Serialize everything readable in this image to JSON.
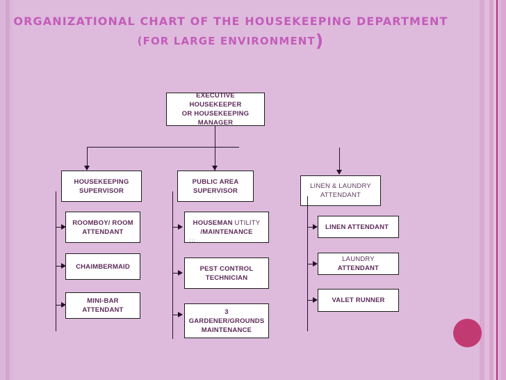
{
  "slide": {
    "background_color": "#debbdd",
    "title_color": "#c35cb9",
    "node_text_color": "#5d2a59",
    "node_fill_color": "#ffffff",
    "connector_color": "#241024",
    "accent_circle_color": "#c23a72",
    "stripe_accent_color": "#b0327a"
  },
  "title": {
    "line1": "ORGANIZATIONAL CHART OF THE HOUSEKEEPING DEPARTMENT",
    "line2_text": "(FOR LARGE ENVIRONMENT",
    "line2_paren": ")"
  },
  "chart_data": {
    "type": "diagram",
    "title": "ORGANIZATIONAL CHART OF THE HOUSEKEEPING DEPARTMENT (FOR LARGE ENVIRONMENT)",
    "root": {
      "id": "executive-housekeeper",
      "label_lines": [
        "EXECUTIVE HOUSEKEEPER",
        "OR HOUSEKEEPING",
        "MANAGER"
      ],
      "label": "EXECUTIVE HOUSEKEEPER OR HOUSEKEEPING MANAGER"
    },
    "branches": [
      {
        "id": "housekeeping-supervisor",
        "label_lines": [
          "HOUSEKEEPING",
          "SUPERVISOR"
        ],
        "label": "HOUSEKEEPING SUPERVISOR",
        "children": [
          {
            "id": "roomboy-room-attendant",
            "label_lines": [
              "ROOMBOY/ ROOM",
              "ATTENDANT"
            ],
            "label": "ROOMBOY/ ROOM ATTENDANT"
          },
          {
            "id": "chaimbermaid",
            "label_lines": [
              "CHAIMBERMAID"
            ],
            "label": "CHAIMBERMAID"
          },
          {
            "id": "mini-bar-attendant",
            "label_lines": [
              "MINI-BAR ATTENDANT"
            ],
            "label": "MINI-BAR ATTENDANT"
          }
        ]
      },
      {
        "id": "public-area-supervisor",
        "label_lines": [
          "PUBLIC AREA",
          "SUPERVISOR"
        ],
        "label": "PUBLIC AREA SUPERVISOR",
        "children": [
          {
            "id": "houseman-utility-maintenance",
            "label_bold": "HOUSEMAN",
            "label_thin": " UTILITY",
            "label_lines": [
              "HOUSEMAN UTILITY",
              "/MAINTENANCE"
            ],
            "label": "HOUSEMAN UTILITY /MAINTENANCE",
            "line2": "/MAINTENANCE"
          },
          {
            "id": "pest-control-technician",
            "label_lines": [
              "PEST CONTROL",
              "TECHNICIAN"
            ],
            "label": "PEST CONTROL TECHNICIAN"
          },
          {
            "id": "gardener-grounds-maintenance",
            "label_lines": [
              "GARDENER/GROUNDS",
              "MAINTENANCE"
            ],
            "label": "GARDENER/GROUNDS MAINTENANCE"
          }
        ]
      },
      {
        "id": "linen-laundry-attendant",
        "label_lines": [
          "LINEN & LAUNDRY",
          "ATTENDANT"
        ],
        "label": "LINEN & LAUNDRY ATTENDANT",
        "children": [
          {
            "id": "linen-attendant",
            "label_lines": [
              "LINEN ATTENDANT"
            ],
            "label": "LINEN ATTENDANT"
          },
          {
            "id": "laundry-attendant",
            "label_thin": "LAUNDRY",
            "label_bold": " ATTENDANT",
            "label_lines": [
              "LAUNDRY ATTENDANT"
            ],
            "label": "LAUNDRY ATTENDANT"
          },
          {
            "id": "valet-runner",
            "label_lines": [
              "VALET RUNNER"
            ],
            "label": "VALET RUNNER"
          }
        ]
      }
    ],
    "artifact_text": ";;;"
  }
}
